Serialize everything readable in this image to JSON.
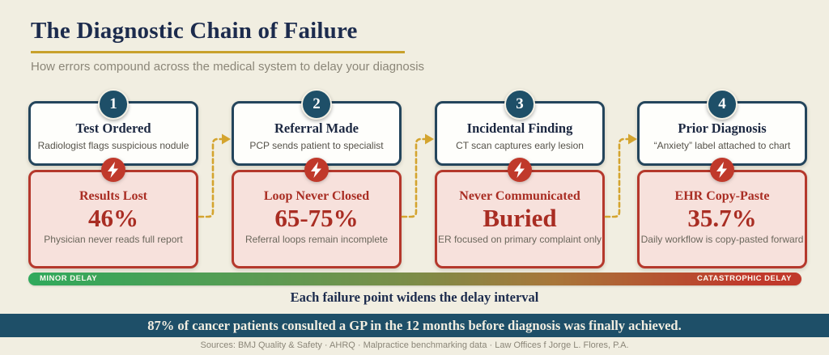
{
  "header": {
    "title": "The Diagnostic Chain of Failure",
    "subtitle": "How errors compound across the medical system to delay your diagnosis"
  },
  "steps": [
    {
      "number": "1",
      "step_title": "Test Ordered",
      "step_desc": "Radiologist flags suspicious nodule",
      "failure_title": "Results Lost",
      "failure_stat": "46%",
      "failure_desc": "Physician never reads full report"
    },
    {
      "number": "2",
      "step_title": "Referral Made",
      "step_desc": "PCP sends patient to specialist",
      "failure_title": "Loop Never Closed",
      "failure_stat": "65-75%",
      "failure_desc": "Referral loops remain incomplete"
    },
    {
      "number": "3",
      "step_title": "Incidental Finding",
      "step_desc": "CT scan captures early lesion",
      "failure_title": "Never Communicated",
      "failure_stat": "Buried",
      "failure_desc": "ER focused on primary complaint only"
    },
    {
      "number": "4",
      "step_title": "Prior Diagnosis",
      "step_desc": "“Anxiety” label attached to chart",
      "failure_title": "EHR Copy-Paste",
      "failure_stat": "35.7%",
      "failure_desc": "Daily workflow is copy-pasted forward"
    }
  ],
  "delay_bar": {
    "left_label": "MINOR DELAY",
    "right_label": "CATASTROPHIC DELAY"
  },
  "caption": "Each failure point widens the delay interval",
  "banner": "87% of cancer patients consulted a GP in the 12 months before diagnosis was finally achieved.",
  "sources": "Sources: BMJ Quality & Safety · AHRQ · Malpractice benchmarking data · Law Offices f Jorge L. Flores, P.A.",
  "icons": {
    "step_badge": "numbered-circle",
    "failure_marker": "lightning-bolt",
    "connector": "dashed-arrow"
  },
  "colors": {
    "background": "#f1eee1",
    "navy": "#1c2b4d",
    "teal": "#1e4f68",
    "card_border_navy": "#24455c",
    "card_bg_white": "#fefefb",
    "red": "#a92d23",
    "red_border": "#b5382c",
    "pink": "#f7e1dc",
    "gold": "#c8a12c",
    "dash_gold": "#d4a42e",
    "gray_subtitle": "#8b8678",
    "gray_text": "#55524a",
    "gray_small": "#6b675c",
    "green": "#2fa95c",
    "olive": "#7d8c48",
    "rust": "#a8763a",
    "bar_red": "#c0392b",
    "banner_text": "#f2eee1"
  }
}
